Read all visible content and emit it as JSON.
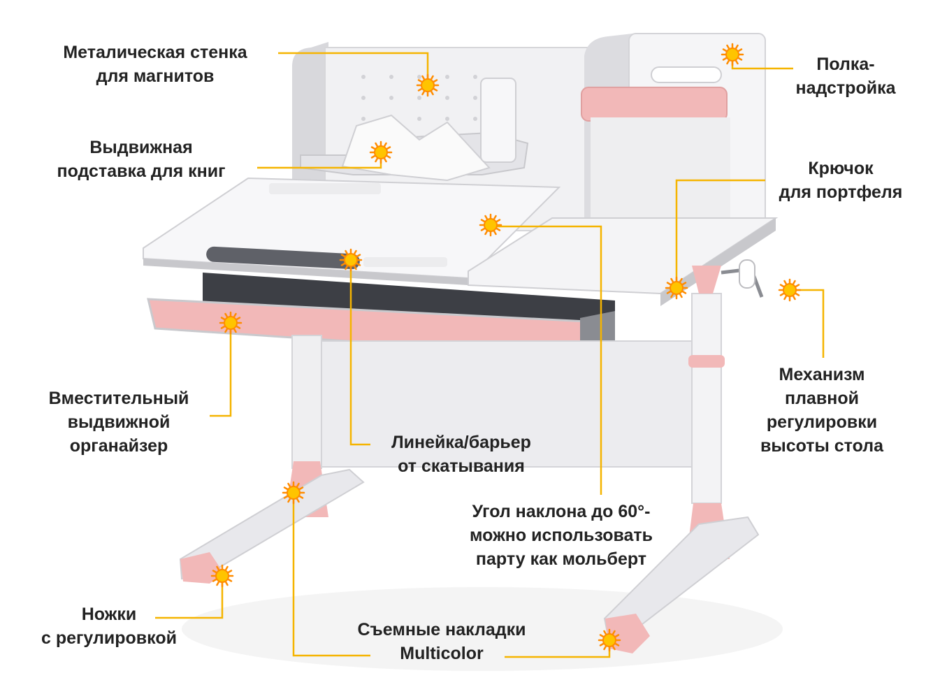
{
  "colors": {
    "callout_line": "#F5B400",
    "marker_fill": "#FFC400",
    "marker_ray": "#FF8C00",
    "desk_accent": "#F2B8B8",
    "text": "#222222"
  },
  "icons": [
    "sun-marker-icon"
  ],
  "callouts": [
    {
      "id": "metal-wall",
      "lines": [
        "Металическая стенка",
        "для магнитов"
      ]
    },
    {
      "id": "shelf",
      "lines": [
        "Полка-",
        "надстройка"
      ]
    },
    {
      "id": "book-stand",
      "lines": [
        "Выдвижная",
        "подставка для книг"
      ]
    },
    {
      "id": "hook",
      "lines": [
        "Крючок",
        "для портфеля"
      ]
    },
    {
      "id": "organizer",
      "lines": [
        "Вместительный",
        "выдвижной",
        "органайзер"
      ]
    },
    {
      "id": "height-mechanism",
      "lines": [
        "Механизм",
        "плавной",
        "регулировки",
        "высоты стола"
      ]
    },
    {
      "id": "ruler",
      "lines": [
        "Линейка/барьер",
        "от скатывания"
      ]
    },
    {
      "id": "tilt",
      "lines": [
        "Угол наклона до 60°-",
        "можно использовать",
        "парту как мольберт"
      ]
    },
    {
      "id": "legs",
      "lines": [
        "Ножки",
        "с регулировкой"
      ]
    },
    {
      "id": "covers",
      "lines": [
        "Съемные накладки",
        "Multicolor"
      ]
    }
  ]
}
